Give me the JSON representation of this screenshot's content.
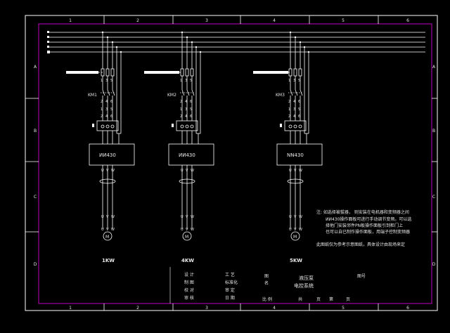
{
  "colors": {
    "background": "#000000",
    "outer_frame": "#ffffff",
    "inner_frame": "#c000c0",
    "line": "#ffffff",
    "fill_bar": "#ffffff"
  },
  "column_labels": [
    "1",
    "2",
    "3",
    "4",
    "5",
    "6"
  ],
  "row_labels": [
    "A",
    "B",
    "C",
    "D"
  ],
  "circuits": [
    {
      "contactor": "KM1",
      "drive": "ИИ430",
      "motor_label": "1KW"
    },
    {
      "contactor": "KM2",
      "drive": "ИИ430",
      "motor_label": "4KW"
    },
    {
      "contactor": "KM3",
      "drive": "NN430",
      "motor_label": "5KW"
    }
  ],
  "contact_labels": {
    "top": [
      "1",
      "3",
      "5"
    ],
    "mid": [
      "2",
      "4",
      "6"
    ],
    "drive_in": [
      "1",
      "3",
      "5"
    ],
    "drive_out": [
      "U",
      "V",
      "W"
    ]
  },
  "notes": {
    "note_lines": [
      "注:  如选择被拔器， 则安装在电机器和变频器之间",
      "ИИ430操作面板可进行手动调节变频。可以选",
      "择他门安装邻件PN板操作面板引到柜门上",
      "也可以自已制作操作面板，用端子控制变频器"
    ],
    "reference": "此图纸仅为参考示意图纸，具体设计由现场来定"
  },
  "title_block": {
    "col1": [
      "设  计",
      "制  图",
      "校  对",
      "审  核"
    ],
    "col2": [
      "工  艺",
      "标准化",
      "审  定",
      "日  期"
    ],
    "name_label": [
      "图",
      "名"
    ],
    "title": [
      "液压泵",
      "电控系统"
    ],
    "drawing_no_label": "图号",
    "scale_label": "比 例",
    "sheets_label": [
      "共",
      "页",
      "第",
      "页"
    ]
  }
}
